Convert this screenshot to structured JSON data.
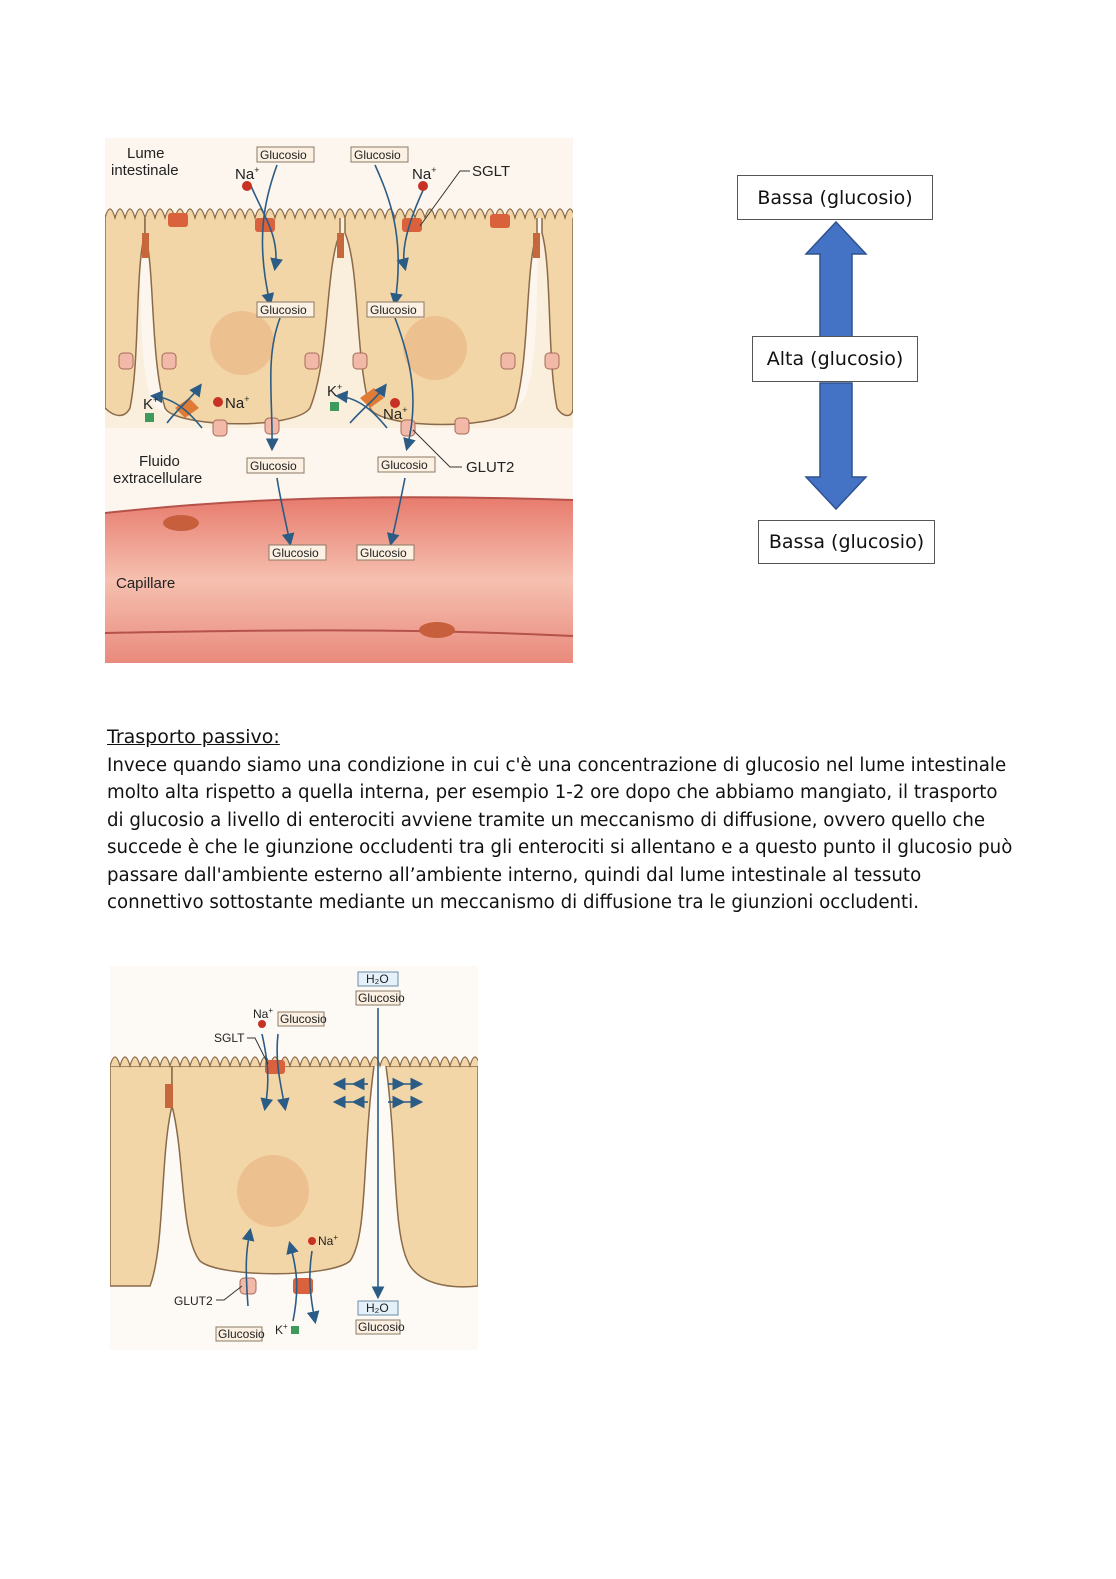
{
  "figure1": {
    "lumen_label": [
      "Lume",
      "intestinale"
    ],
    "sodium_label": "Na",
    "sodium_sup": "+",
    "potassium_label": "K",
    "sglt_label": "SGLT",
    "glut2_label": "GLUT2",
    "glucose_tag": "Glucosio",
    "fluid_label": [
      "Fluido",
      "extracellulare"
    ],
    "capillary_label": "Capillare"
  },
  "gradient": {
    "top_box": "Bassa (glucosio)",
    "middle_box": "Alta (glucosio)",
    "bottom_box": "Bassa (glucosio)",
    "arrow_color": "#4472c4"
  },
  "text": {
    "heading": "Trasporto passivo:",
    "paragraph": "Invece quando siamo una condizione in cui c'è una concentrazione di glucosio nel lume intestinale molto alta rispetto a quella interna, per esempio 1-2 ore dopo che abbiamo mangiato, il trasporto di glucosio a livello di enterociti avviene tramite un meccanismo di diffusione, ovvero quello che succede è che le giunzione occludenti tra gli enterociti si allentano e a questo punto il glucosio può passare dall'ambiente esterno all’ambiente interno, quindi dal lume intestinale al tessuto connettivo sottostante mediante un meccanismo di diffusione tra le giunzioni occludenti."
  },
  "figure2": {
    "water_label": "H₂O",
    "glucose_tag": "Glucosio",
    "sodium_label": "Na",
    "sodium_sup": "+",
    "potassium_label": "K",
    "sglt_label": "SGLT",
    "glut2_label": "GLUT2"
  },
  "colors": {
    "cell": "#f3d6a8",
    "cell_outline": "#8a6a48",
    "capillary": "#e9877a",
    "flow_arrow": "#2b5c85",
    "transporter": "#d9623d"
  }
}
